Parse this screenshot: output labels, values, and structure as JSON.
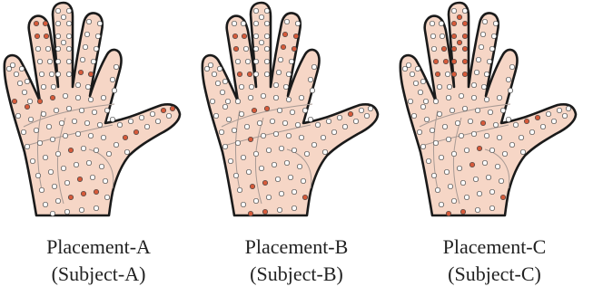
{
  "figure": {
    "skin_color": "#f6d6c6",
    "outline_color": "#1a1a1a",
    "palm_line_color": "#a89a94",
    "sensor_off_color": "#ffffff",
    "sensor_on_color": "#d65a3a",
    "panels": [
      {
        "label": "Placement-A",
        "subject": "(Subject-A)"
      },
      {
        "label": "Placement-B",
        "subject": "(Subject-B)"
      },
      {
        "label": "Placement-C",
        "subject": "(Subject-C)"
      }
    ]
  }
}
